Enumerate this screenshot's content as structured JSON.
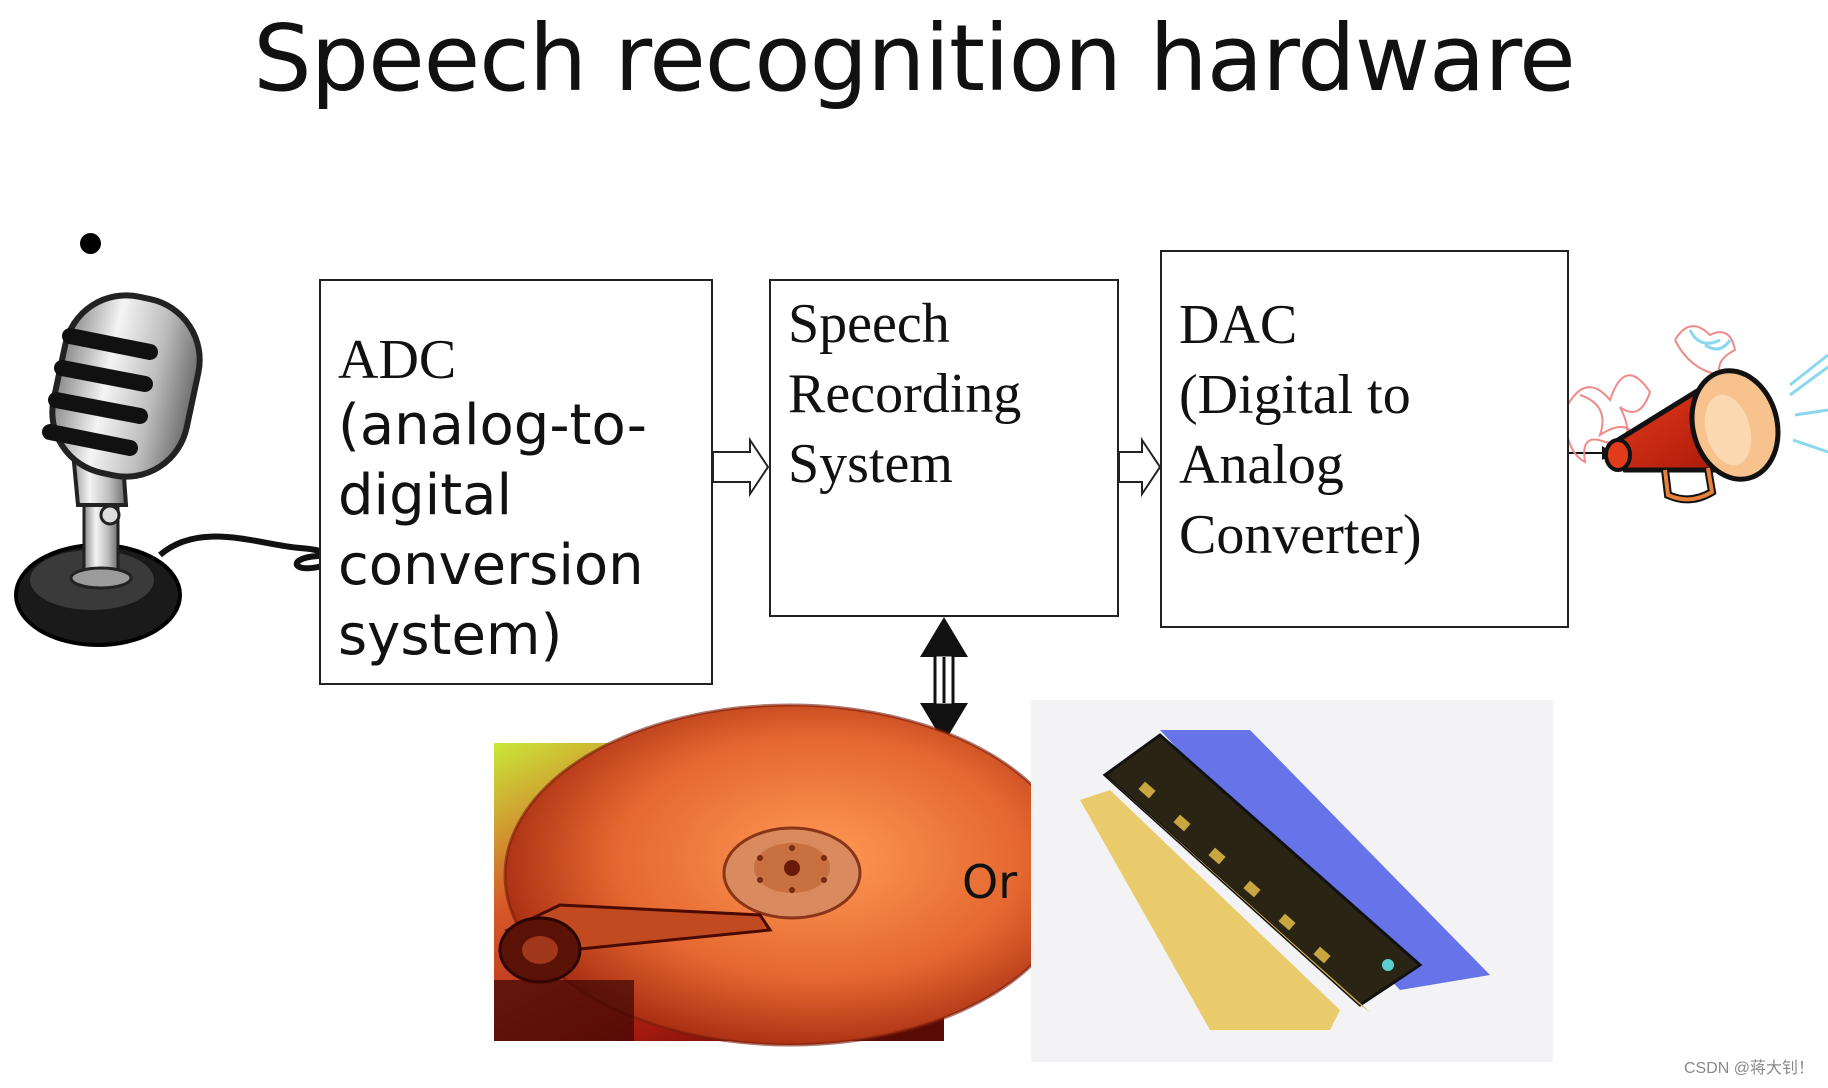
{
  "title": "Speech recognition hardware",
  "adc": {
    "line1": "ADC",
    "line2": "(analog-to-\ndigital\nconversion\nsystem)"
  },
  "speech_recording": {
    "text": "Speech\nRecording\nSystem"
  },
  "dac": {
    "text": "DAC\n(Digital to\nAnalog\nConverter)"
  },
  "or_label": "Or",
  "watermark": "CSDN @蒋大钊！",
  "icons": [
    "microphone-icon",
    "megaphone-icon",
    "hard-disk-photo",
    "memory-module-photo"
  ]
}
